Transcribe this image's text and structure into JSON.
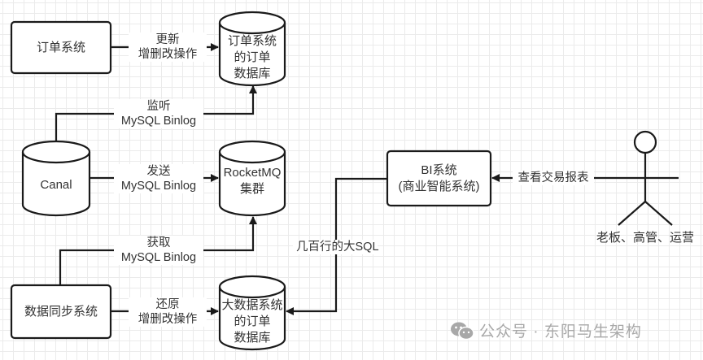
{
  "nodes": {
    "order_system": {
      "label": "订单系统"
    },
    "order_db": {
      "label": "订单系统\n的订单\n数据库"
    },
    "canal": {
      "label": "Canal"
    },
    "rocketmq": {
      "label": "RocketMQ\n集群"
    },
    "data_sync": {
      "label": "数据同步系统"
    },
    "bigdata_db": {
      "label": "大数据系统\n的订单\n数据库"
    },
    "bi_system": {
      "label": "BI系统\n(商业智能系统)"
    },
    "actor": {
      "label": "老板、高管、运营"
    }
  },
  "edges": {
    "order_to_db": {
      "line1": "更新",
      "line2": "增删改操作"
    },
    "canal_listen": {
      "line1": "监听",
      "line2": "MySQL Binlog"
    },
    "canal_send": {
      "line1": "发送",
      "line2": "MySQL Binlog"
    },
    "sync_fetch": {
      "line1": "获取",
      "line2": "MySQL Binlog"
    },
    "sync_restore": {
      "line1": "还原",
      "line2": "增删改操作"
    },
    "bi_sql": {
      "label": "几百行的大SQL"
    },
    "actor_view": {
      "label": "查看交易报表"
    }
  },
  "watermark": {
    "text": "公众号 · 东阳马生架构",
    "icon": "wechat-icon"
  },
  "colors": {
    "stroke": "#1a1a1a",
    "text": "#333333",
    "grid": "#ebebeb",
    "watermark": "#a8a8a8"
  }
}
